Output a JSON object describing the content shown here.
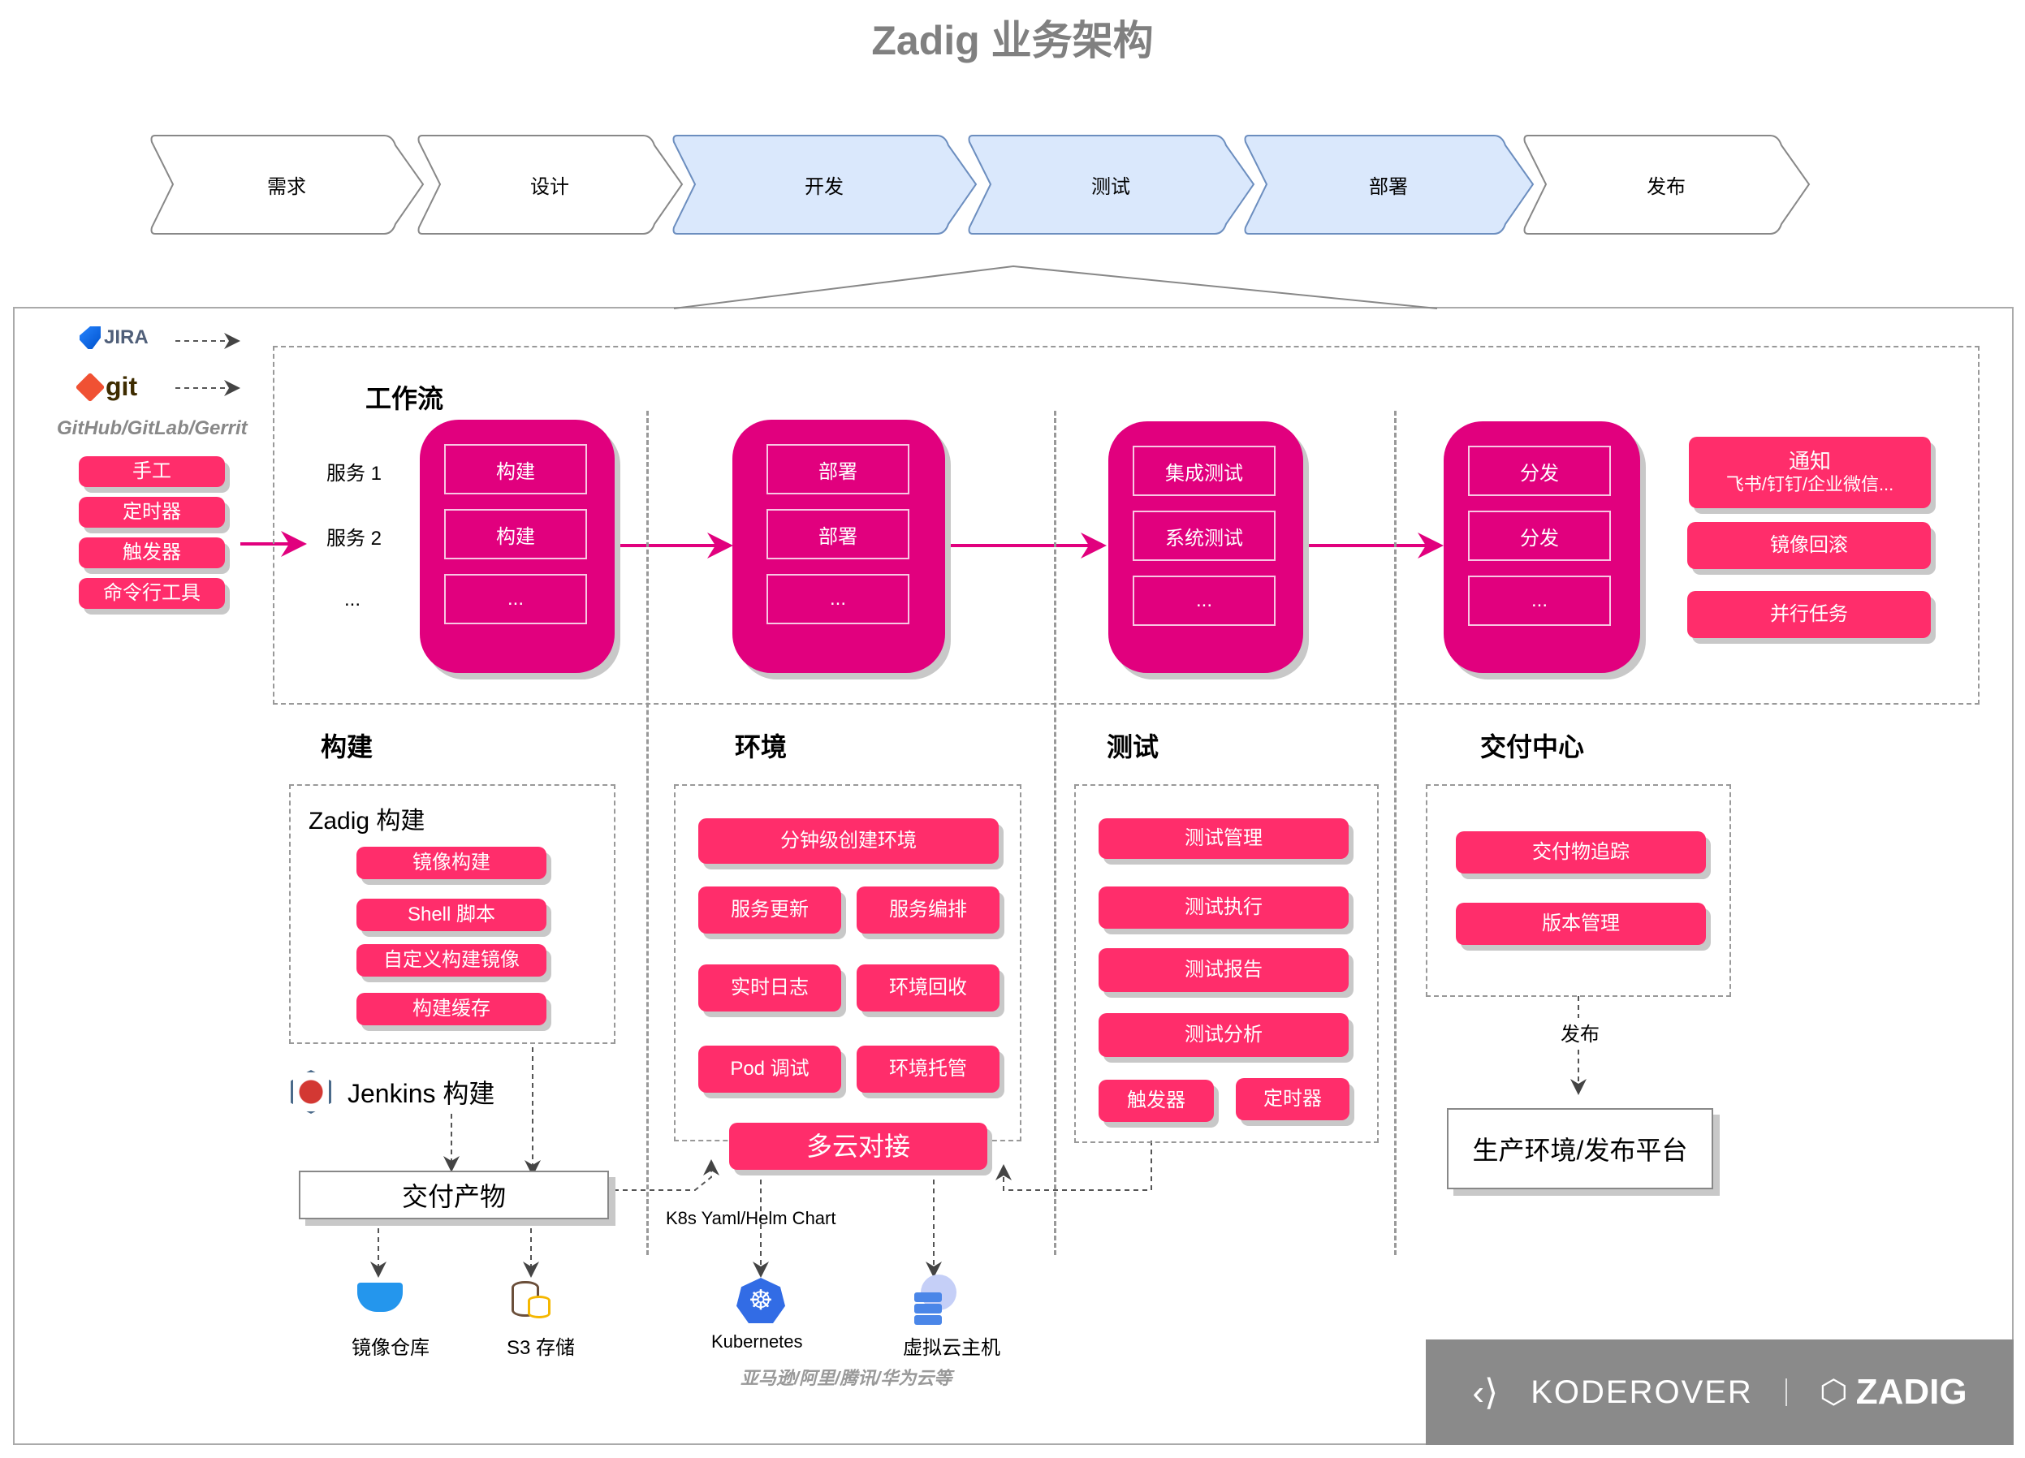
{
  "title": "Zadig 业务架构",
  "stages": [
    {
      "label": "需求",
      "highlighted": false
    },
    {
      "label": "设计",
      "highlighted": false
    },
    {
      "label": "开发",
      "highlighted": true
    },
    {
      "label": "测试",
      "highlighted": true
    },
    {
      "label": "部署",
      "highlighted": true
    },
    {
      "label": "发布",
      "highlighted": false
    }
  ],
  "sources": {
    "jira": "JIRA",
    "git": "git",
    "git_hosts": "GitHub/GitLab/Gerrit",
    "triggers": [
      "手工",
      "定时器",
      "触发器",
      "命令行工具"
    ]
  },
  "workflow": {
    "title": "工作流",
    "services": [
      "服务 1",
      "服务 2",
      "..."
    ],
    "stages": [
      {
        "cells": [
          "构建",
          "构建",
          "..."
        ]
      },
      {
        "cells": [
          "部署",
          "部署",
          "..."
        ]
      },
      {
        "cells": [
          "集成测试",
          "系统测试",
          "..."
        ]
      },
      {
        "cells": [
          "分发",
          "分发",
          "..."
        ]
      }
    ],
    "extras": {
      "notify_title": "通知",
      "notify_sub": "飞书/钉钉/企业微信...",
      "rollback": "镜像回滚",
      "parallel": "并行任务"
    }
  },
  "build": {
    "title": "构建",
    "zadig_title": "Zadig 构建",
    "items": [
      "镜像构建",
      "Shell 脚本",
      "自定义构建镜像",
      "构建缓存"
    ],
    "jenkins": "Jenkins 构建",
    "artifact": "交付产物",
    "outputs": [
      "镜像仓库",
      "S3 存储"
    ]
  },
  "env": {
    "title": "环境",
    "items": [
      "分钟级创建环境",
      "服务更新",
      "服务编排",
      "实时日志",
      "环境回收",
      "Pod 调试",
      "环境托管"
    ],
    "multicloud": "多云对接",
    "k8s_label": "K8s Yaml/Helm Chart",
    "targets": [
      "Kubernetes",
      "虚拟云主机"
    ],
    "clouds": "亚马逊/阿里/腾讯/华为云等"
  },
  "test": {
    "title": "测试",
    "items": [
      "测试管理",
      "测试执行",
      "测试报告",
      "测试分析",
      "触发器",
      "定时器"
    ]
  },
  "delivery": {
    "title": "交付中心",
    "items": [
      "交付物追踪",
      "版本管理"
    ],
    "release_label": "发布",
    "platform": "生产环境/发布平台"
  },
  "footer": {
    "koderover": "KODEROVER",
    "zadig": "ZADIG"
  },
  "colors": {
    "card": "#e1007e",
    "button": "#ff2d6b",
    "stage_highlight": "#dae8fc",
    "stage_highlight_border": "#6c8ebf"
  }
}
